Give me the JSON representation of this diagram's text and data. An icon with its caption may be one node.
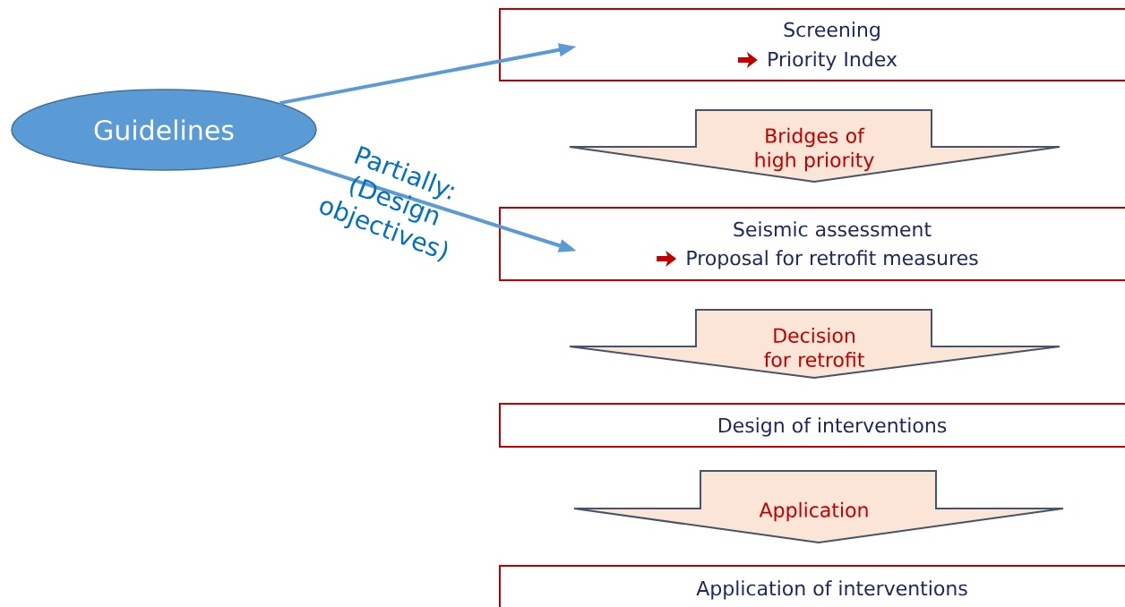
{
  "diagram": {
    "nodes": [
      {
        "text": [
          "Guidelines"
        ]
      },
      {
        "text": [
          "Screening",
          "Priority Index"
        ]
      },
      {
        "text": [
          "Seismic assessment",
          "Proposal for retrofit measures"
        ]
      },
      {
        "text": [
          "Design of interventions"
        ]
      },
      {
        "text": [
          "Application of interventions"
        ]
      }
    ],
    "edges": [
      {
        "from": 0,
        "to": 1,
        "arrow": "to"
      },
      {
        "from": 0,
        "to": 2,
        "arrow": "to",
        "label": "Partially: (Design objectives)"
      },
      {
        "from": 1,
        "to": 2,
        "arrow": "to",
        "label": "Bridges of high priority"
      },
      {
        "from": 2,
        "to": 3,
        "arrow": "to",
        "label": "Decision for retrofit"
      },
      {
        "from": 3,
        "to": 4,
        "arrow": "to",
        "label": "Application"
      }
    ]
  }
}
